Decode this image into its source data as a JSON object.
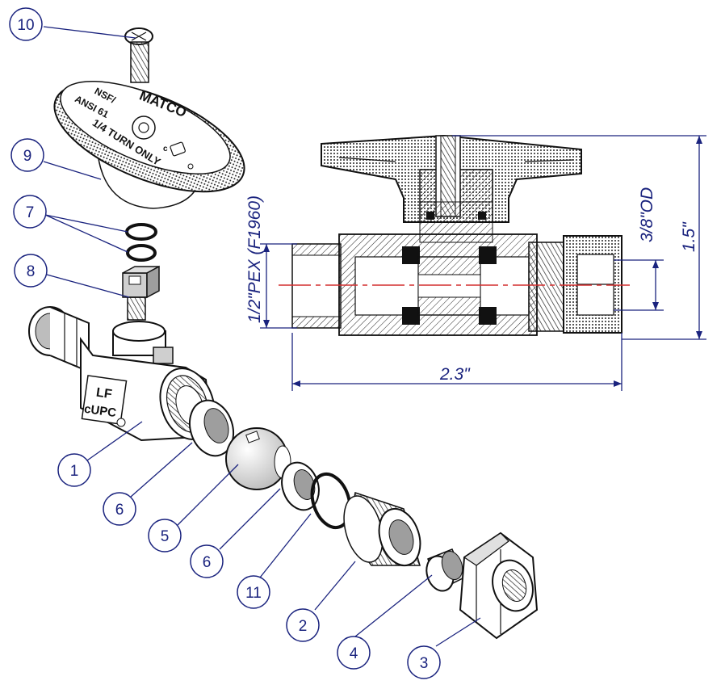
{
  "knob": {
    "brand": "MATCO",
    "standard_line1": "NSF/",
    "standard_line2": "ANSI 61",
    "instruction": "1/4 TURN ONLY"
  },
  "body_label": {
    "line1": "LF",
    "line2": "cUPC"
  },
  "callouts": [
    {
      "number": "10"
    },
    {
      "number": "9"
    },
    {
      "number": "7"
    },
    {
      "number": "8"
    },
    {
      "number": "1"
    },
    {
      "number": "6"
    },
    {
      "number": "5"
    },
    {
      "number": "6"
    },
    {
      "number": "11"
    },
    {
      "number": "2"
    },
    {
      "number": "4"
    },
    {
      "number": "3"
    }
  ],
  "dimensions": {
    "pex_inlet": "1/2\"PEX (F1960)",
    "od_outlet": "3/8\"OD",
    "height": "1.5\"",
    "length": "2.3\""
  },
  "colors": {
    "callout_blue": "#1a237e",
    "centerline_red": "#d32f2f",
    "seal_black": "#111111"
  }
}
